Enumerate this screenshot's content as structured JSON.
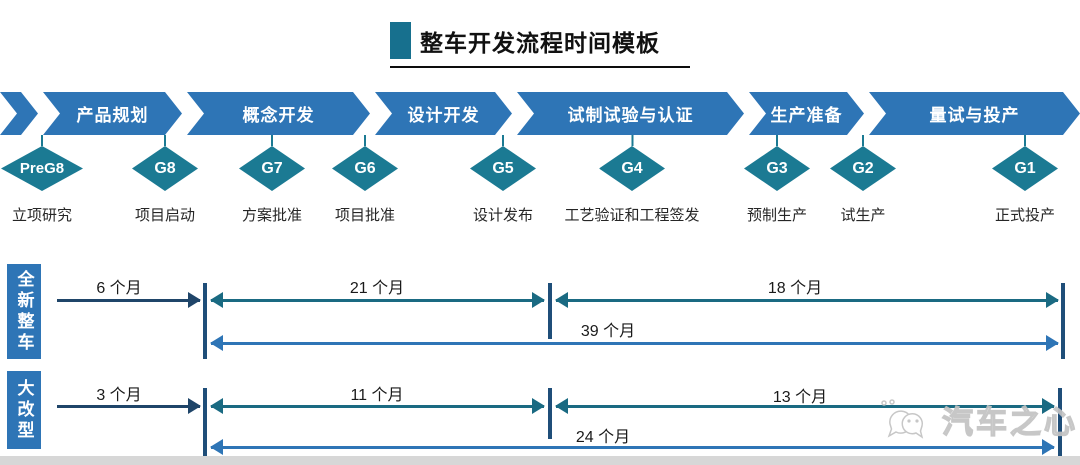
{
  "title": {
    "text": "整车开发流程时间模板"
  },
  "phases": [
    {
      "label": "产品规划"
    },
    {
      "label": "概念开发"
    },
    {
      "label": "设计开发"
    },
    {
      "label": "试制试验与认证"
    },
    {
      "label": "生产准备"
    },
    {
      "label": "量试与投产"
    }
  ],
  "gates": [
    {
      "id": "PreG8",
      "milestone": "立项研究"
    },
    {
      "id": "G8",
      "milestone": "项目启动"
    },
    {
      "id": "G7",
      "milestone": "方案批准"
    },
    {
      "id": "G6",
      "milestone": "项目批准"
    },
    {
      "id": "G5",
      "milestone": "设计发布"
    },
    {
      "id": "G4",
      "milestone": "工艺验证和工程签发"
    },
    {
      "id": "G3",
      "milestone": "预制生产"
    },
    {
      "id": "G2",
      "milestone": "试生产"
    },
    {
      "id": "G1",
      "milestone": "正式投产"
    }
  ],
  "timelines": [
    {
      "label": "全新整车",
      "segments": [
        {
          "duration": "6 个月"
        },
        {
          "duration": "21 个月"
        },
        {
          "duration": "18 个月"
        }
      ],
      "total": {
        "duration": "39 个月"
      }
    },
    {
      "label": "大改型",
      "segments": [
        {
          "duration": "3 个月"
        },
        {
          "duration": "11 个月"
        },
        {
          "duration": "13 个月"
        }
      ],
      "total": {
        "duration": "24 个月"
      }
    }
  ],
  "watermark": {
    "text": "汽车之心"
  },
  "colors": {
    "phase_band": "#2E75B6",
    "gate_diamond": "#1B7A93",
    "segment_arrow_first": "#1F4569",
    "segment_arrow_mid": "#1A6A82",
    "total_arrow": "#2E75B6",
    "milestone_bar": "#1F4E79",
    "timeline_label_box": "#2E75B6",
    "title_square": "#17708E"
  }
}
